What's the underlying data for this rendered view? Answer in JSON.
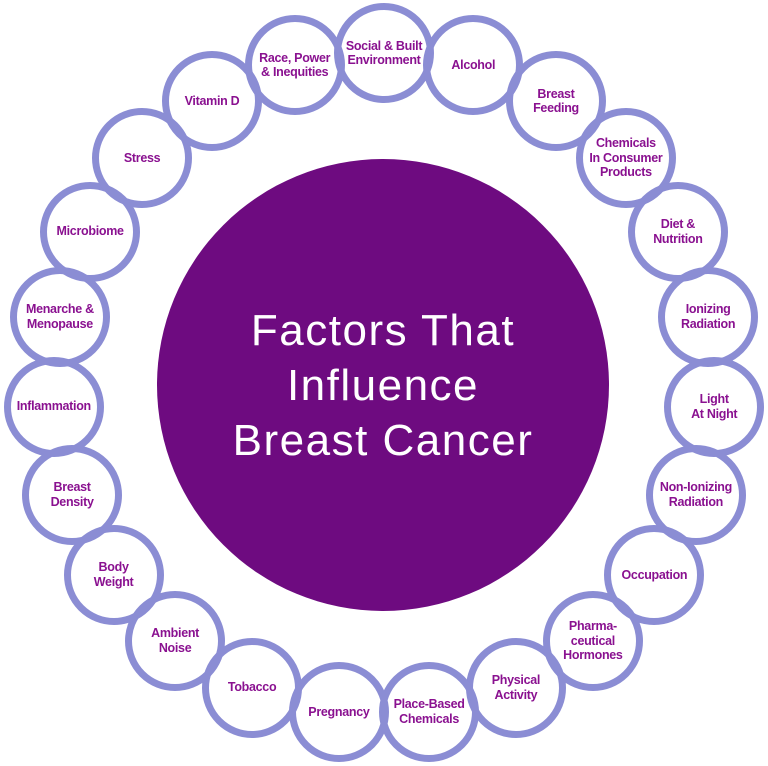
{
  "diagram": {
    "type": "hub-and-ring infographic",
    "colors": {
      "background": "#ffffff",
      "center_fill": "#6e0b80",
      "center_text": "#ffffff",
      "ring_border": "#8b8dd4",
      "label_text": "#8a1190"
    },
    "center": {
      "title": "Factors That Influence Breast Cancer",
      "title_lines": [
        "Factors That",
        "Influence",
        "Breast Cancer"
      ]
    },
    "ring": {
      "order": "clockwise from top",
      "factors": [
        {
          "id": "social-built-environment",
          "label": "Social & Built Environment",
          "lines": [
            "Social & Built",
            "Environment"
          ]
        },
        {
          "id": "alcohol",
          "label": "Alcohol",
          "lines": [
            "Alcohol"
          ]
        },
        {
          "id": "breast-feeding",
          "label": "Breast Feeding",
          "lines": [
            "Breast",
            "Feeding"
          ]
        },
        {
          "id": "chemicals-in-consumer-products",
          "label": "Chemicals In Consumer Products",
          "lines": [
            "Chemicals",
            "In Consumer",
            "Products"
          ]
        },
        {
          "id": "diet-nutrition",
          "label": "Diet & Nutrition",
          "lines": [
            "Diet &",
            "Nutrition"
          ]
        },
        {
          "id": "ionizing-radiation",
          "label": "Ionizing Radiation",
          "lines": [
            "Ionizing",
            "Radiation"
          ]
        },
        {
          "id": "light-at-night",
          "label": "Light At Night",
          "lines": [
            "Light",
            "At Night"
          ]
        },
        {
          "id": "non-ionizing-radiation",
          "label": "Non-Ionizing Radiation",
          "lines": [
            "Non-Ionizing",
            "Radiation"
          ]
        },
        {
          "id": "occupation",
          "label": "Occupation",
          "lines": [
            "Occupation"
          ]
        },
        {
          "id": "pharmaceutical-hormones",
          "label": "Pharma-ceutical Hormones",
          "lines": [
            "Pharma-",
            "ceutical",
            "Hormones"
          ]
        },
        {
          "id": "physical-activity",
          "label": "Physical Activity",
          "lines": [
            "Physical",
            "Activity"
          ]
        },
        {
          "id": "place-based-chemicals",
          "label": "Place-Based Chemicals",
          "lines": [
            "Place-Based",
            "Chemicals"
          ]
        },
        {
          "id": "pregnancy",
          "label": "Pregnancy",
          "lines": [
            "Pregnancy"
          ]
        },
        {
          "id": "tobacco",
          "label": "Tobacco",
          "lines": [
            "Tobacco"
          ]
        },
        {
          "id": "ambient-noise",
          "label": "Ambient Noise",
          "lines": [
            "Ambient",
            "Noise"
          ]
        },
        {
          "id": "body-weight",
          "label": "Body Weight",
          "lines": [
            "Body",
            "Weight"
          ]
        },
        {
          "id": "breast-density",
          "label": "Breast Density",
          "lines": [
            "Breast",
            "Density"
          ]
        },
        {
          "id": "inflammation",
          "label": "Inflammation",
          "lines": [
            "Inflammation"
          ]
        },
        {
          "id": "menarche-menopause",
          "label": "Menarche & Menopause",
          "lines": [
            "Menarche &",
            "Menopause"
          ]
        },
        {
          "id": "microbiome",
          "label": "Microbiome",
          "lines": [
            "Microbiome"
          ]
        },
        {
          "id": "stress",
          "label": "Stress",
          "lines": [
            "Stress"
          ]
        },
        {
          "id": "vitamin-d",
          "label": "Vitamin D",
          "lines": [
            "Vitamin D"
          ]
        },
        {
          "id": "race-power-inequities",
          "label": "Race, Power & Inequities",
          "lines": [
            "Race, Power",
            "& Inequities"
          ]
        }
      ]
    }
  }
}
